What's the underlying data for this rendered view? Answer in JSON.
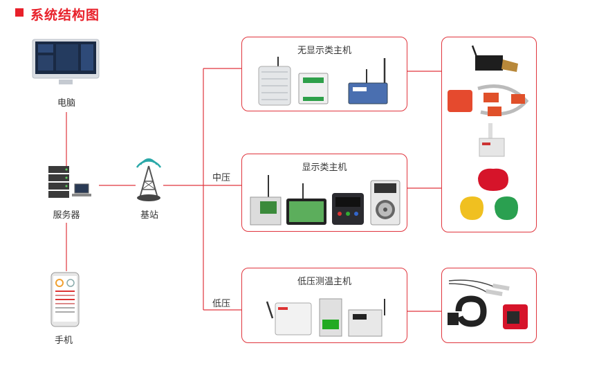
{
  "title": "系统结构图",
  "nodes": {
    "computer": "电脑",
    "server": "服务器",
    "phone": "手机",
    "base_station": "基站"
  },
  "branches": {
    "medium_voltage": "中压",
    "low_voltage": "低压"
  },
  "hosts": {
    "no_display": "无显示类主机",
    "display": "显示类主机",
    "low_voltage_temp": "低压测温主机"
  },
  "colors": {
    "accent": "#e8202a",
    "line": "#e0343c"
  }
}
